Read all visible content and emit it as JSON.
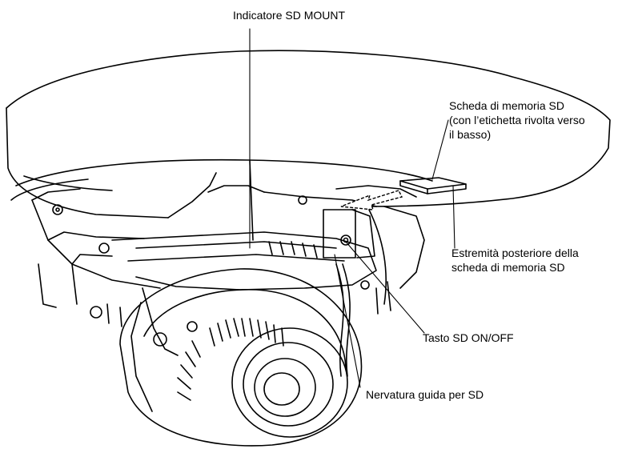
{
  "labels": {
    "sd_mount_indicator": "Indicatore SD MOUNT",
    "sd_card_line1": "Scheda di memoria SD",
    "sd_card_line2": "(con l’etichetta rivolta verso",
    "sd_card_line3": "il basso)",
    "card_rear_end_line1": "Estremità posteriore della",
    "card_rear_end_line2": "scheda di memoria SD",
    "sd_onoff_button": "Tasto SD ON/OFF",
    "sd_guide_rib": "Nervatura guida per SD"
  },
  "colors": {
    "line": "#000000",
    "background": "#ffffff",
    "shade": "#9a9a9a"
  }
}
